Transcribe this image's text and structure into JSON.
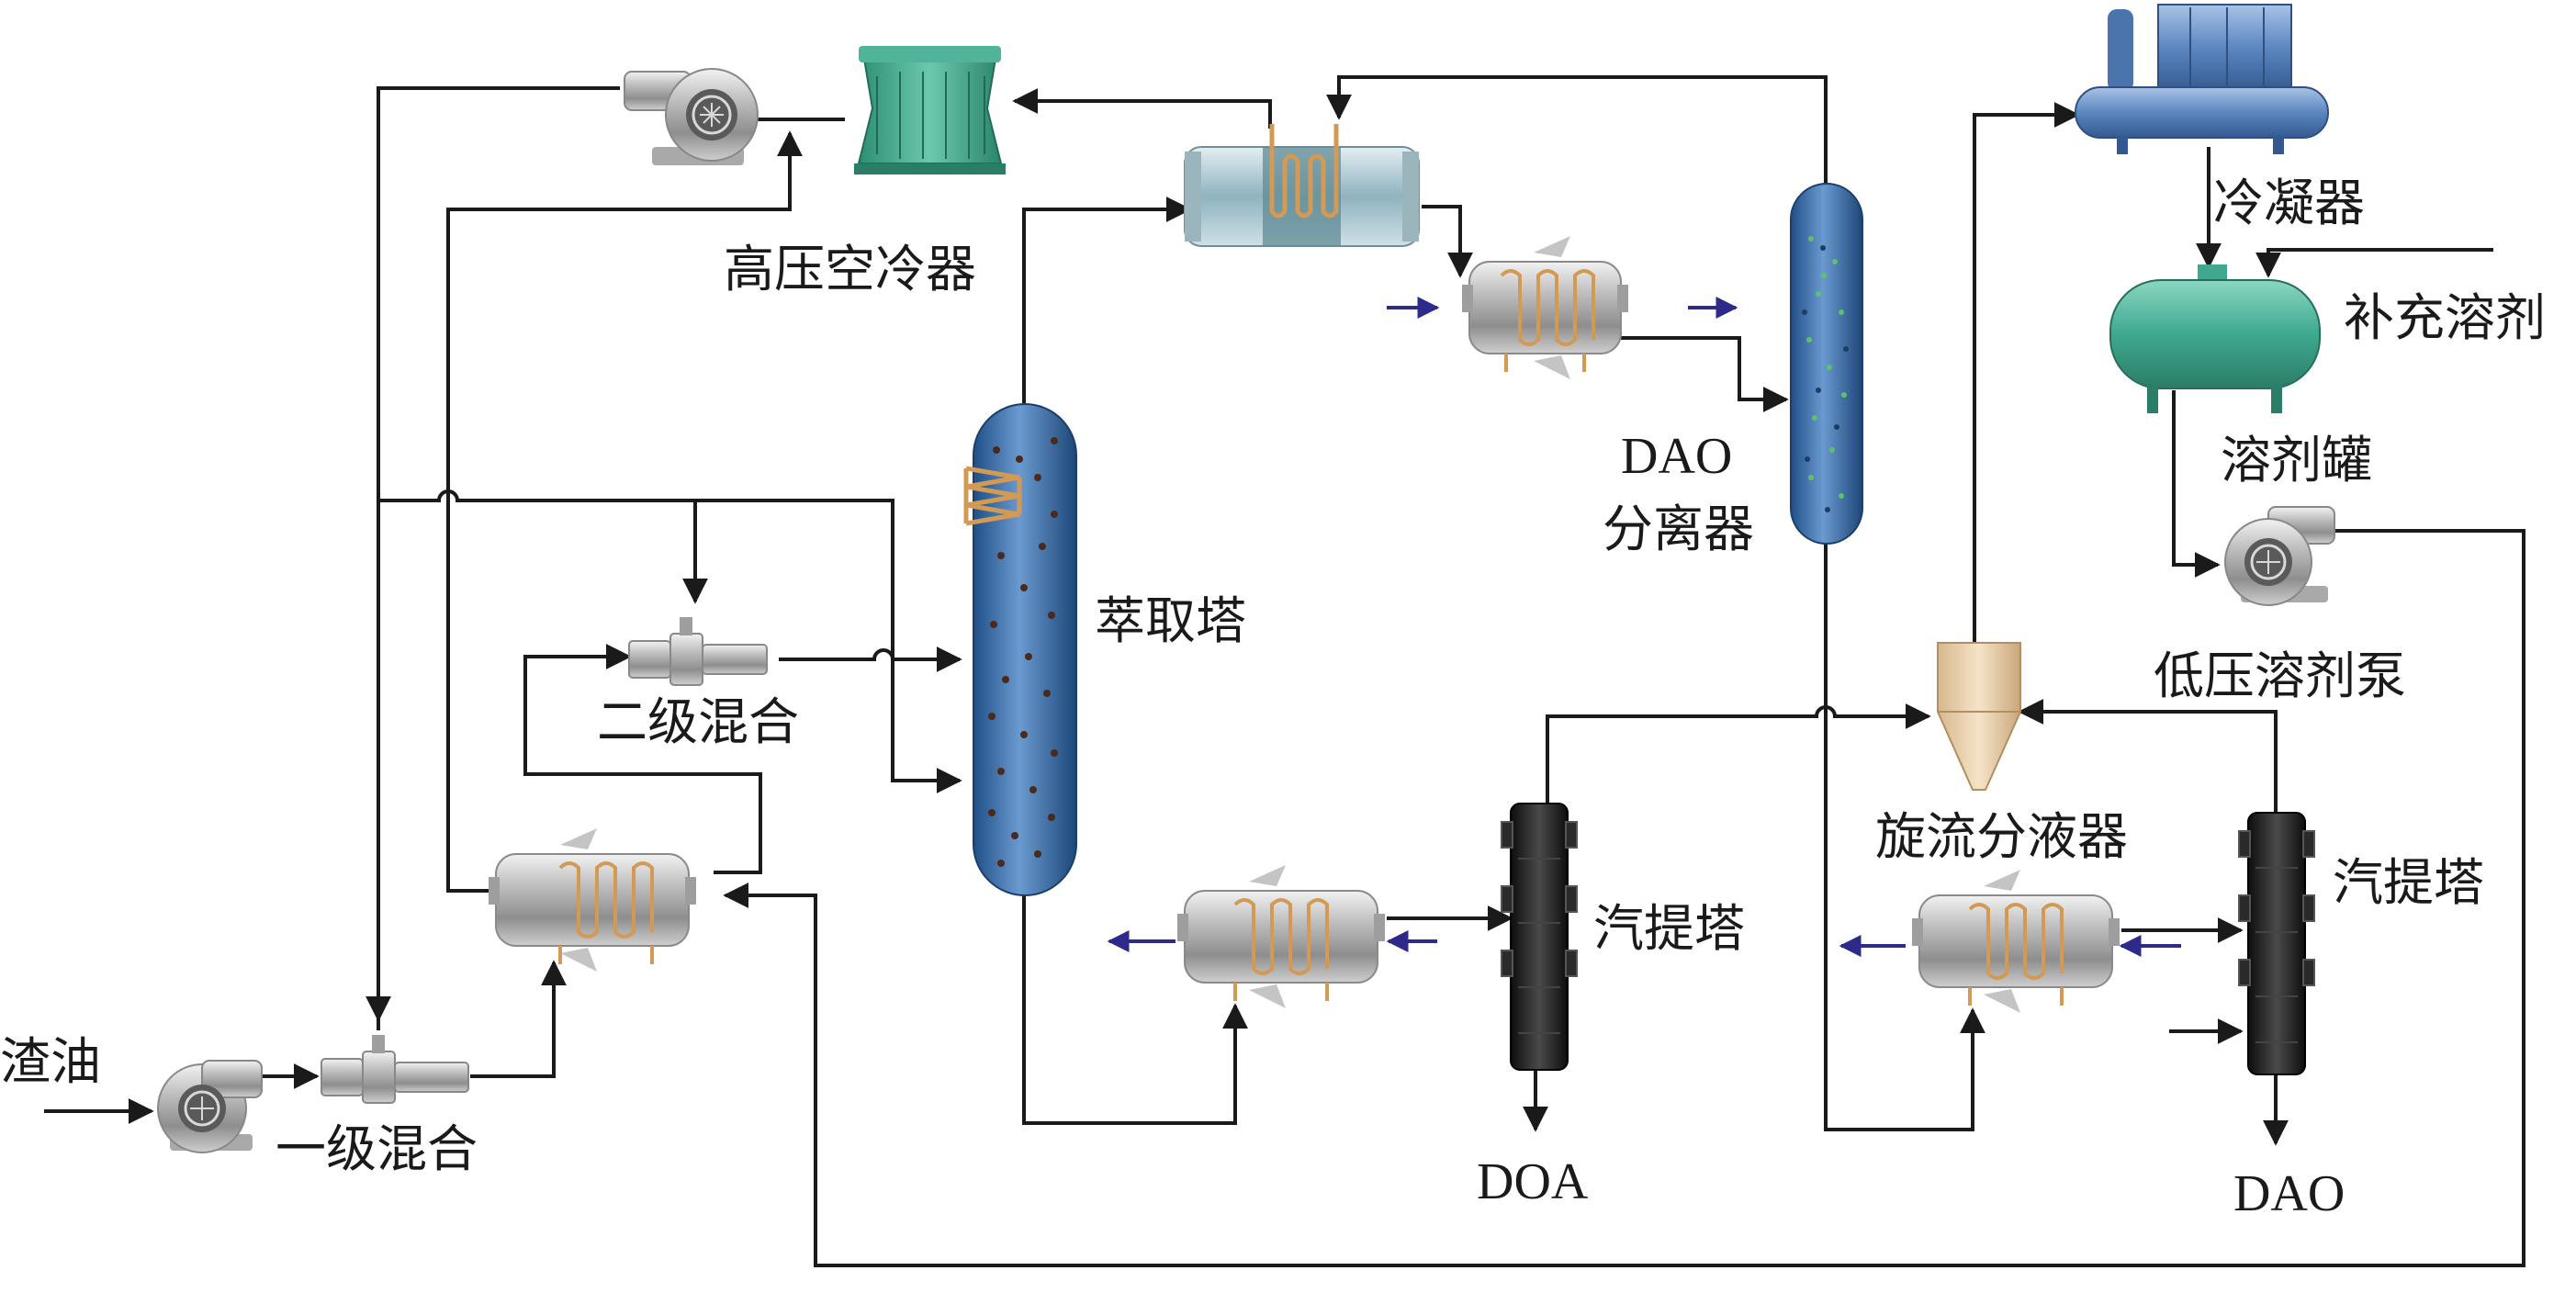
{
  "labels": {
    "high_pressure_air_cooler": "高压空冷器",
    "condenser": "冷凝器",
    "makeup_solvent": "补充溶剂",
    "solvent_tank": "溶剂罐",
    "dao_separator_line1": "DAO",
    "dao_separator_line2": "分离器",
    "extraction_tower": "萃取塔",
    "low_pressure_solvent_pump": "低压溶剂泵",
    "secondary_mixing": "二级混合",
    "cyclone_separator": "旋流分液器",
    "stripper_left": "汽提塔",
    "stripper_right": "汽提塔",
    "residue_oil": "渣油",
    "primary_mixing": "一级混合",
    "doa_output": "DOA",
    "dao_output": "DAO"
  },
  "colors": {
    "line": "#1a1a1a",
    "heat_medium_arrow": "#2e2a8a",
    "column_blue": "#3a6fa8",
    "stripper_black": "#1c1c1c",
    "cooling_tower_green": "#3fa88e",
    "solvent_tank_green": "#4fb7a0",
    "compressor_blue": "#5b86c0",
    "cyclone_tan": "#e6cda8",
    "coil_copper": "#d29a55"
  },
  "icons": {
    "pump": "centrifugal-pump-icon",
    "heat_exchanger": "shell-tube-heat-exchanger-icon",
    "mixer": "static-mixer-icon",
    "cooling_tower": "cooling-tower-icon",
    "compressor": "compressor-icon"
  }
}
